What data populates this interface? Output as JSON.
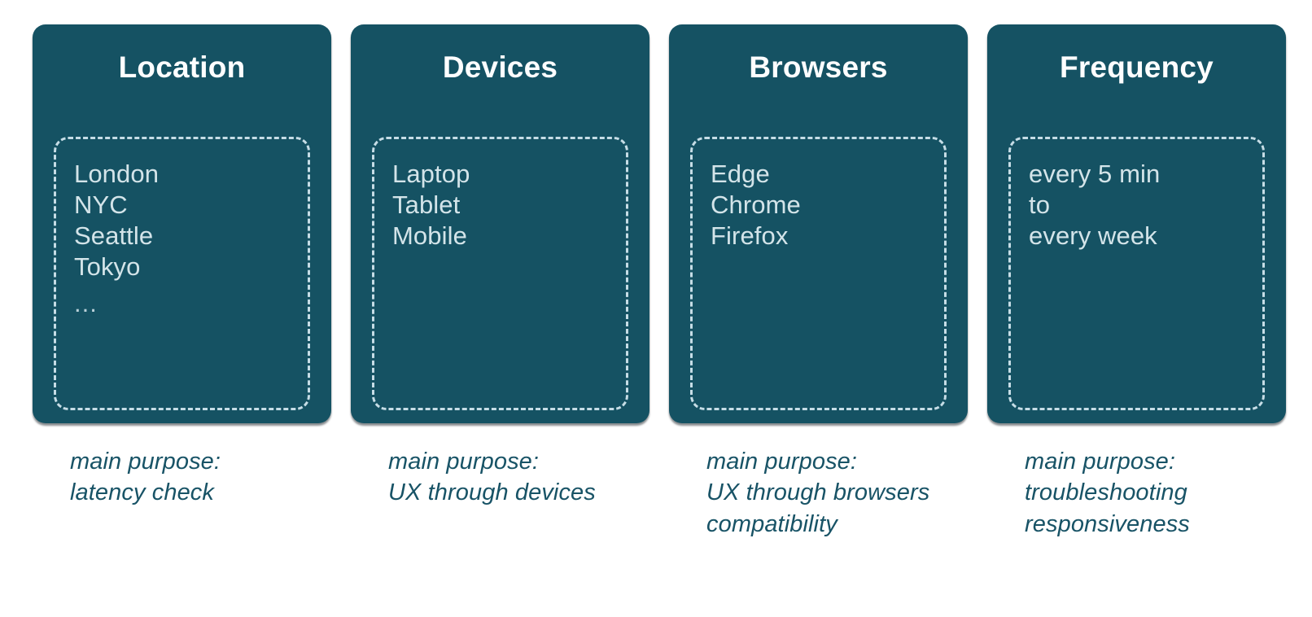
{
  "theme": {
    "background": "#ffffff",
    "card_fill": "#155263",
    "card_title_color": "#fdfeff",
    "item_text_color": "#d3e4e9",
    "dashed_border_color": "#c6dde6",
    "caption_color": "#185366"
  },
  "cards": [
    {
      "title": "Location",
      "items": [
        "London",
        "NYC",
        "Seattle",
        "Tokyo"
      ],
      "ellipsis": "...",
      "caption_lines": [
        "main purpose:",
        "latency check"
      ]
    },
    {
      "title": "Devices",
      "items": [
        "Laptop",
        "Tablet",
        "Mobile"
      ],
      "ellipsis": "",
      "caption_lines": [
        "main purpose:",
        "UX through devices"
      ]
    },
    {
      "title": "Browsers",
      "items": [
        "Edge",
        "Chrome",
        "Firefox"
      ],
      "ellipsis": "",
      "caption_lines": [
        "main purpose:",
        "UX through browsers",
        "compatibility"
      ]
    },
    {
      "title": "Frequency",
      "items": [
        "every 5 min",
        "to",
        "every week"
      ],
      "ellipsis": "",
      "caption_lines": [
        "main purpose:",
        "troubleshooting",
        "responsiveness"
      ]
    }
  ]
}
